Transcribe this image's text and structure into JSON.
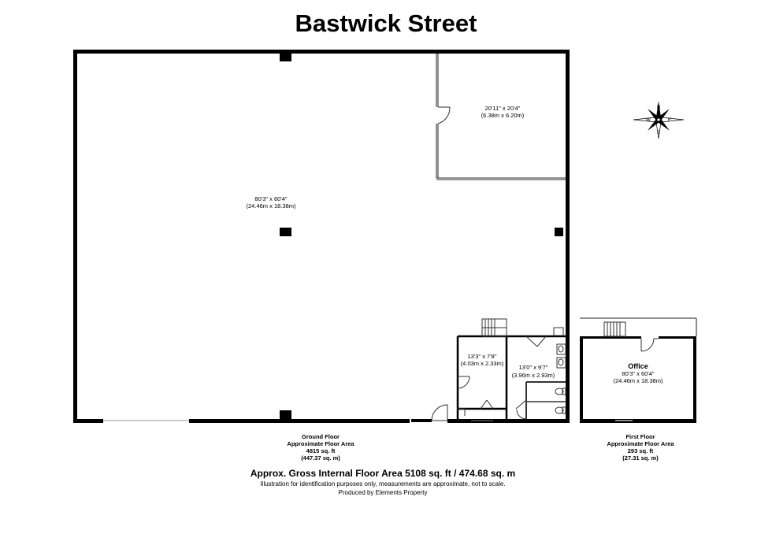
{
  "title": "Bastwick Street",
  "main_room": {
    "dims": "80'3\" x 60'4\"",
    "metric": "(24.46m x 18.38m)"
  },
  "corner_room": {
    "dims": "20'11\" x 20'4\"",
    "metric": "(6.38m x 6.20m)"
  },
  "small_room": {
    "dims": "13'3\" x 7'8\"",
    "metric": "(4.03m x 2.33m)"
  },
  "wc_room": {
    "dims": "13'0\" x 9'7\"",
    "metric": "(3.96m x 2.93m)"
  },
  "office": {
    "name": "Office",
    "dims": "80'3\" x 60'4\"",
    "metric": "(24.46m x 18.38m)"
  },
  "ground_floor": {
    "line1": "Ground Floor",
    "line2": "Approximate Floor Area",
    "line3": "4815 sq. ft",
    "line4": "(447.37 sq. m)"
  },
  "first_floor": {
    "line1": "First Floor",
    "line2": "Approximate Floor Area",
    "line3": "293 sq. ft",
    "line4": "(27.31 sq. m)"
  },
  "gross_area": "Approx. Gross Internal Floor Area 5108 sq. ft / 474.68 sq. m",
  "disclaimer": "Illustration for identification purposes only, measurements are approximate, not to scale.",
  "producer": "Produced by Elements Property",
  "compass": {
    "n": "N",
    "s": "S",
    "e": "E",
    "w": "W"
  }
}
